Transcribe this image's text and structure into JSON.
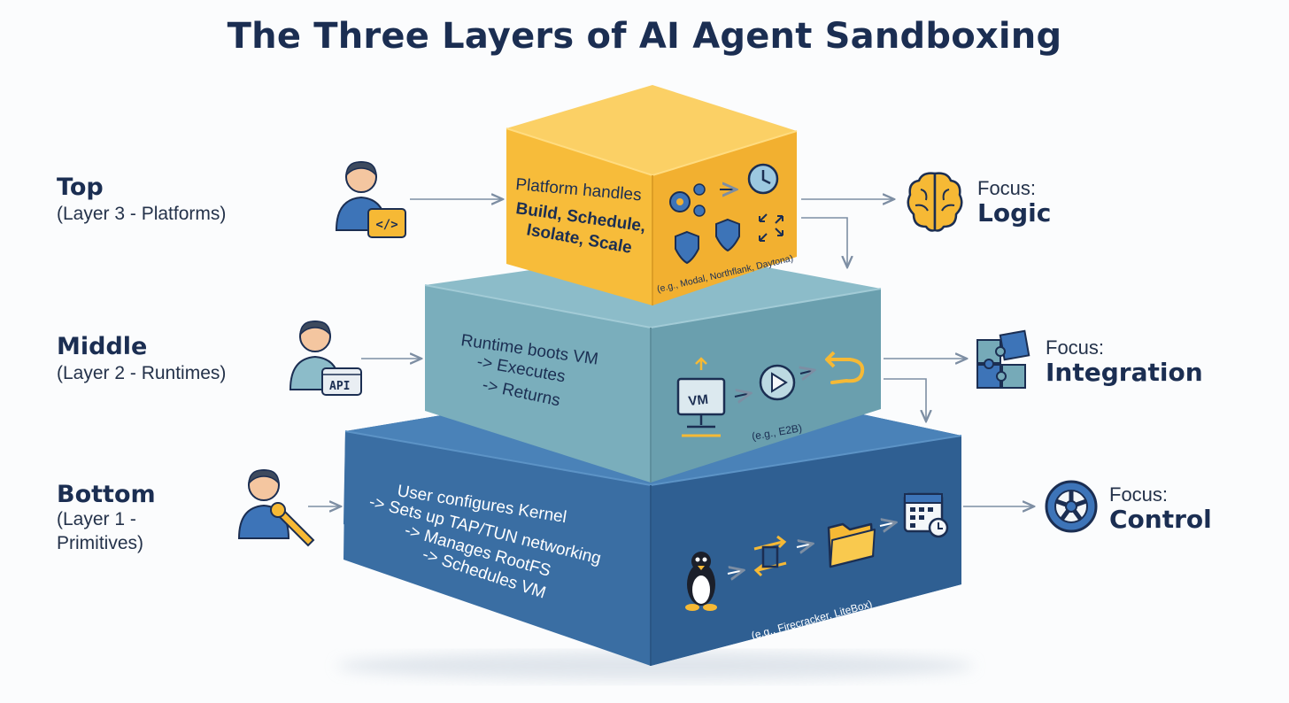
{
  "title": "The Three Layers of AI Agent Sandboxing",
  "layers": {
    "top": {
      "name": "Top",
      "sub": "(Layer 3 - Platforms)",
      "box_line1": "Platform handles",
      "box_line2": "Build, Schedule,",
      "box_line3": "Isolate, Scale",
      "examples": "(e.g., Modal, Northflank, Daytona)",
      "focus_label": "Focus:",
      "focus_value": "Logic",
      "color": "#f6b935"
    },
    "middle": {
      "name": "Middle",
      "sub": "(Layer 2 - Runtimes)",
      "box_line1": "Runtime boots VM",
      "box_line2": "-> Executes",
      "box_line3": "-> Returns",
      "examples": "(e.g., E2B)",
      "vm_label": "VM",
      "api_label": "API",
      "focus_label": "Focus:",
      "focus_value": "Integration",
      "color": "#76aab8"
    },
    "bottom": {
      "name": "Bottom",
      "sub_line1": "(Layer 1 -",
      "sub_line2": "Primitives)",
      "box_line1": "User configures Kernel",
      "box_line2": "-> Sets up TAP/TUN networking",
      "box_line3": "-> Manages RootFS",
      "box_line4": "-> Schedules VM",
      "examples": "(e.g., Firecracker, LiteBox)",
      "focus_label": "Focus:",
      "focus_value": "Control",
      "color": "#3d74a8"
    }
  },
  "icons": {
    "top": [
      "developer-code-icon",
      "gears-icon",
      "clock-icon",
      "shield-icon",
      "shield-icon",
      "scale-arrows-icon",
      "brain-icon"
    ],
    "middle": [
      "developer-api-icon",
      "vm-monitor-icon",
      "play-icon",
      "return-arrow-icon",
      "puzzle-icon"
    ],
    "bottom": [
      "developer-wrench-icon",
      "linux-penguin-icon",
      "network-switch-icon",
      "folder-icon",
      "calendar-clock-icon",
      "wheel-icon"
    ]
  }
}
